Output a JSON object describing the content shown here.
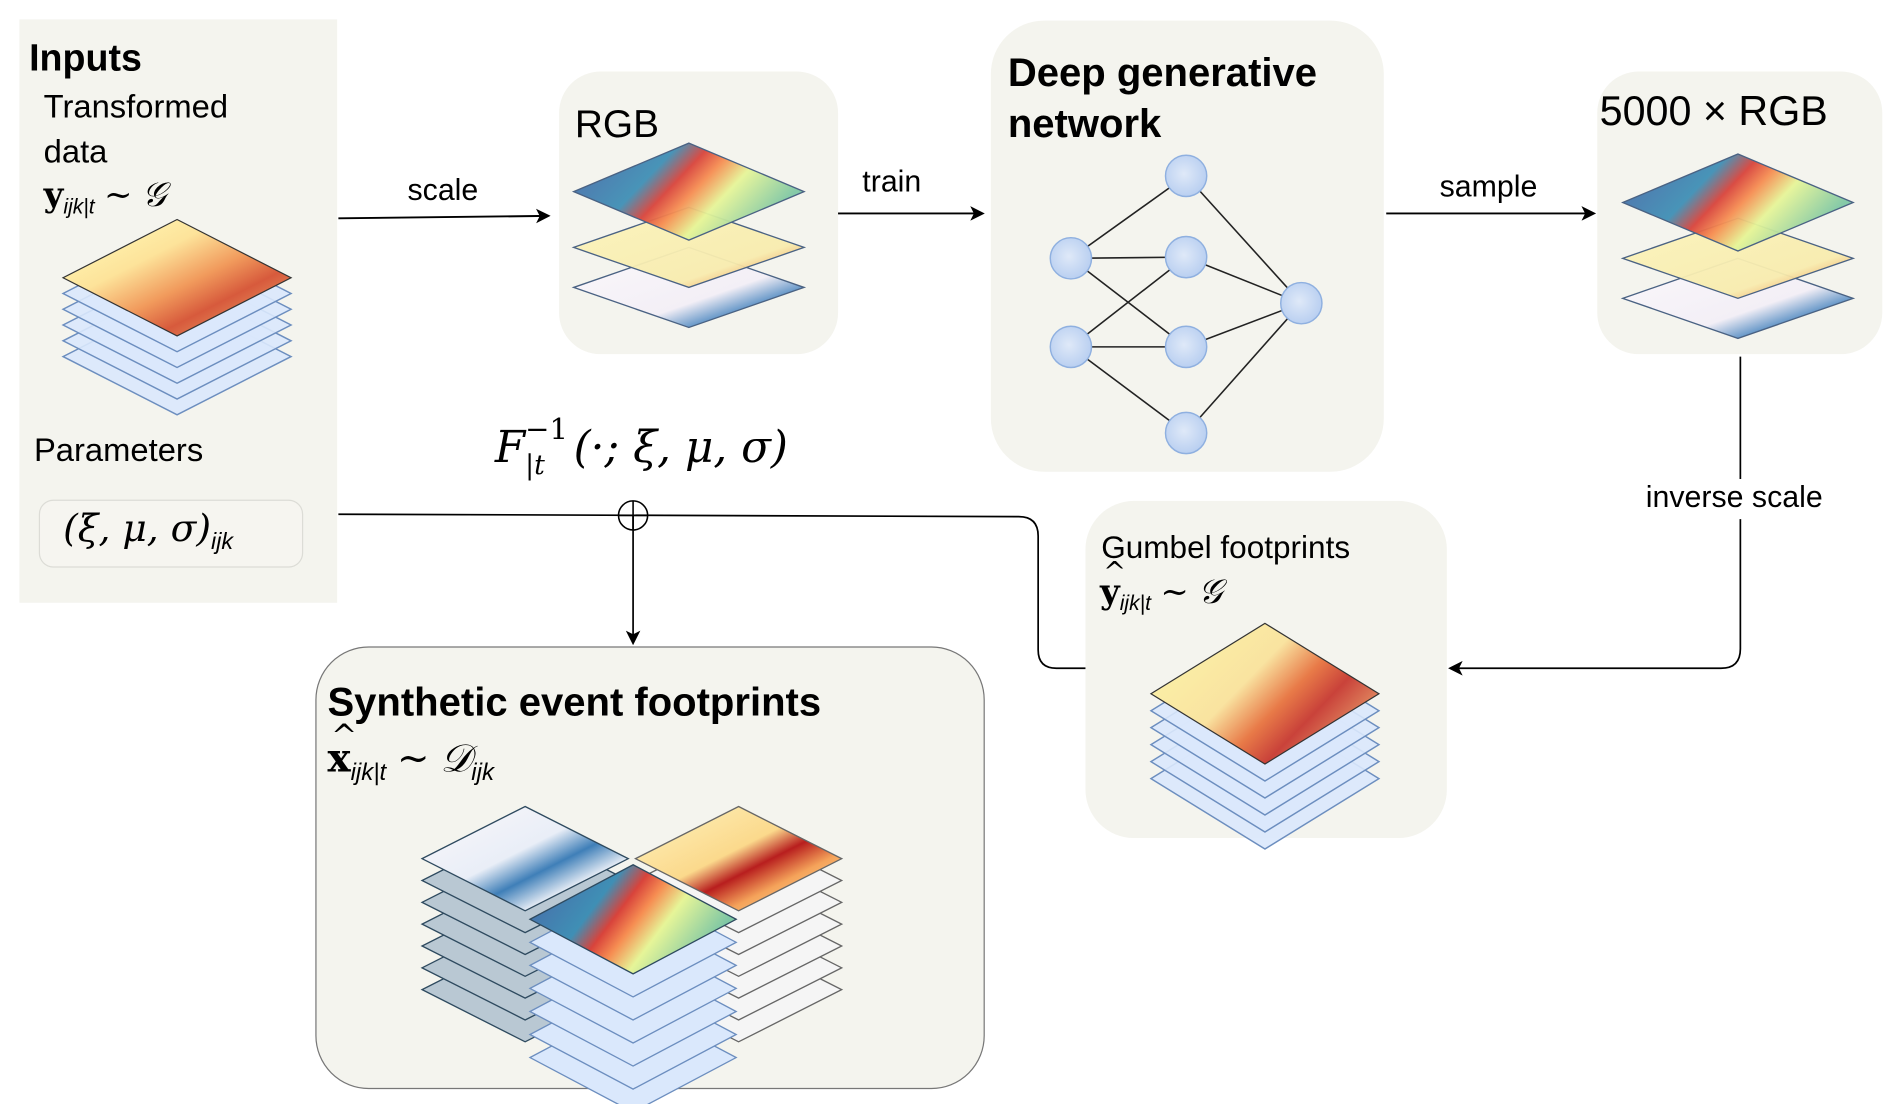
{
  "inputs": {
    "title": "Inputs",
    "transformed_line1": "Transformed",
    "transformed_line2": "data",
    "y_symbol": "y",
    "y_subscript": "ijk|t",
    "dist_tilde": "~",
    "dist_symbol": "𝒢",
    "parameters_label": "Parameters",
    "params_tuple": "(ξ, μ, σ)",
    "params_subscript": "ijk"
  },
  "edges": {
    "scale": "scale",
    "train": "train",
    "sample": "sample",
    "inverse_scale": "inverse scale"
  },
  "rgb_box": {
    "title": "RGB"
  },
  "network_box": {
    "title_line1": "Deep generative",
    "title_line2": "network"
  },
  "sample_box": {
    "title": "5000 × RGB"
  },
  "transform_fn": {
    "F": "F",
    "subscript": "|t",
    "superscript": "−1",
    "args": "(·; ξ, μ, σ)"
  },
  "gumbel_box": {
    "title": "Gumbel footprints",
    "y_symbol": "y",
    "y_subscript": "ijk|t",
    "dist_tilde": "~",
    "dist_symbol": "𝒢"
  },
  "synthetic_box": {
    "title": "Synthetic event footprints",
    "x_symbol": "x",
    "x_subscript": "ijk|t",
    "dist_tilde": "~",
    "dist_symbol": "𝒟",
    "dist_subscript": "ijk"
  },
  "colors": {
    "box_fill": "#f4f4ee",
    "node_fill": "#c5d8f3",
    "node_stroke": "#8fb0e0",
    "stack_fill": "#dae8fc",
    "stack_stroke": "#6c8ebf",
    "line": "#000000"
  }
}
